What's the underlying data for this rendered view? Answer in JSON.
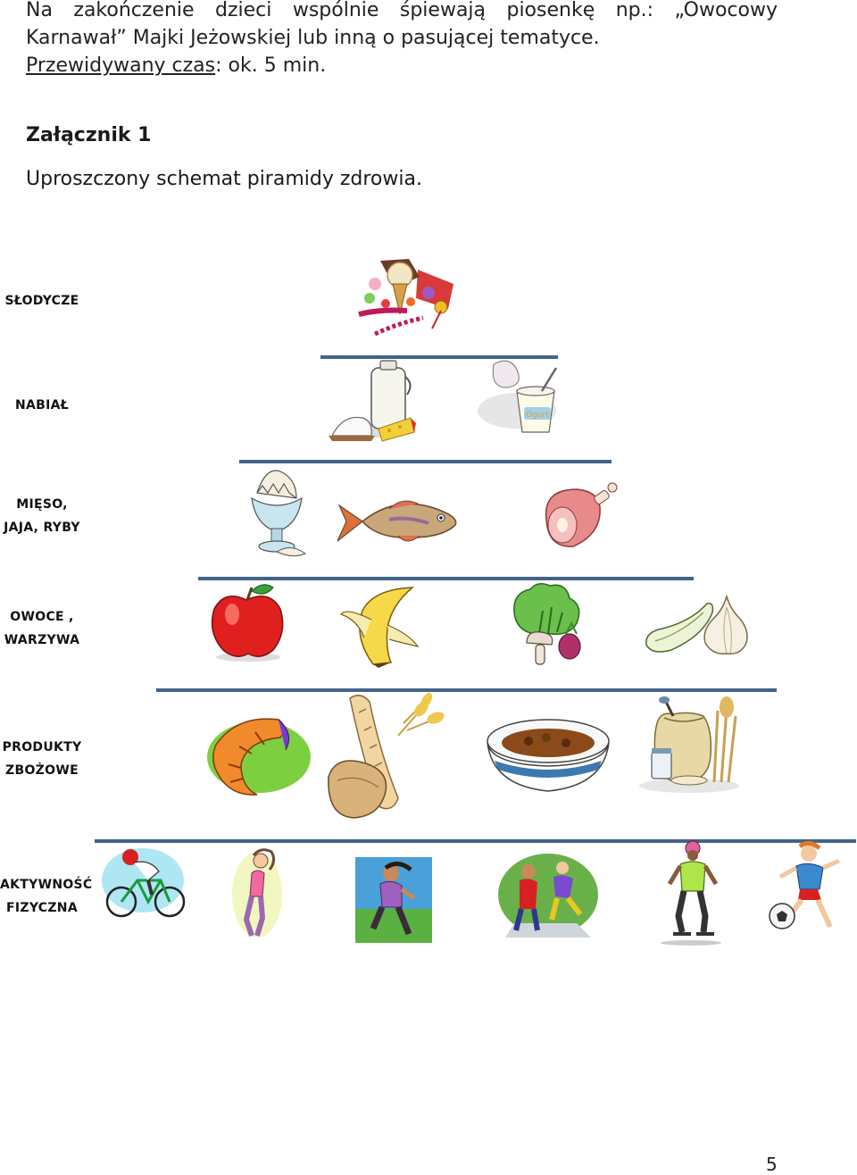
{
  "intro": {
    "line1": "Na zakończenie dzieci wspólnie śpiewają piosenkę np.: „Owocowy",
    "line2": "Karnawał” Majki Jeżowskiej lub inną o pasującej tematyce.",
    "time_label": "Przewidywany czas",
    "time_value": ": ok. 5 min."
  },
  "attachment": {
    "title": "Załącznik 1",
    "subtitle": "Uproszczony schemat piramidy zdrowia."
  },
  "pyramid": {
    "levels": [
      {
        "line1": "SŁODYCZE",
        "line2": ""
      },
      {
        "line1": "NABIAŁ",
        "line2": ""
      },
      {
        "line1": "MIĘSO,",
        "line2": "JAJA, RYBY"
      },
      {
        "line1": "OWOCE ,",
        "line2": "WARZYWA"
      },
      {
        "line1": "PRODUKTY",
        "line2": "ZBOŻOWE"
      },
      {
        "line1": "AKTYWNOŚĆ",
        "line2": "FIZYCZNA"
      }
    ],
    "icons": {
      "sweets": "sweets-icon",
      "milk": "milk-can-icon",
      "yogurt": "yogurt-icon",
      "egg": "egg-icon",
      "fish": "fish-icon",
      "ham": "ham-icon",
      "apple": "apple-icon",
      "banana": "banana-icon",
      "vegetables": "vegetables-icon",
      "zucchini": "zucchini-garlic-icon",
      "croissant": "croissant-icon",
      "bread": "bread-icon",
      "bowl": "bowl-icon",
      "grain": "grain-sack-icon",
      "cyclist": "cyclist-icon",
      "stretch": "stretching-icon",
      "jogger": "jogger-icon",
      "hopscotch": "hopscotch-icon",
      "skater": "skater-icon",
      "football": "football-player-icon"
    },
    "yogurt_label": "Ogurt",
    "bar_color": "#42638a"
  },
  "page": {
    "number": "5"
  }
}
